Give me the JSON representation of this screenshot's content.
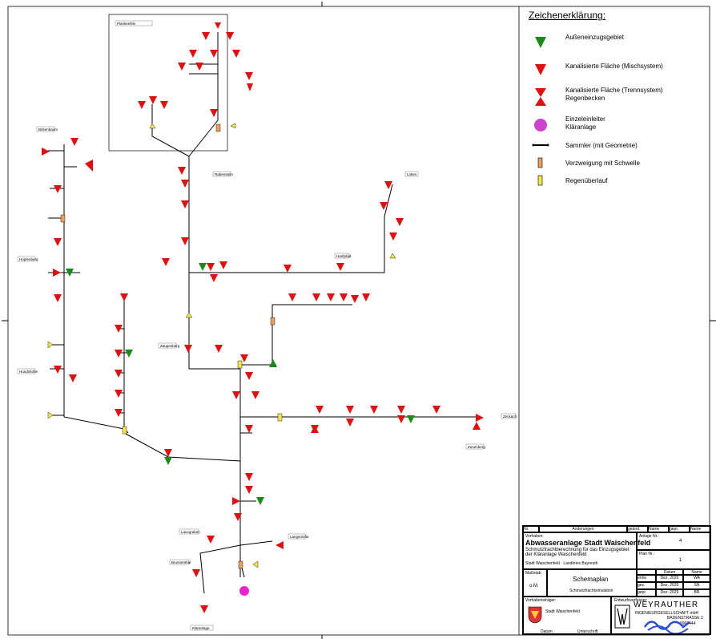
{
  "legend": {
    "title": "Zeichenerklärung:",
    "items": [
      {
        "id": "aussen",
        "label": "Außeneinzugsgebiet",
        "color": "#1a8a1a"
      },
      {
        "id": "misch",
        "label": "Kanalisierte Fläche (Mischsystem)",
        "color": "#dd1111"
      },
      {
        "id": "trenn",
        "label": "Kanalisierte Fläche (Trennsystem)\nRegenbecken",
        "color": "#dd1111"
      },
      {
        "id": "einleiter",
        "label": "Einzeleinleiter\nKläranlage",
        "color": "#cc44cc"
      },
      {
        "id": "sammler",
        "label": "Sammler (mit Geometrie)"
      },
      {
        "id": "verzweigung",
        "label": "Verzweigung mit Schwelle"
      },
      {
        "id": "regenueberlauf",
        "label": "Regenüberlauf"
      }
    ]
  },
  "places": [
    "Birkenbaum",
    "Hopfenberg",
    "Hundshöhe",
    "Rabenstein",
    "Lottes",
    "Hanfpfad",
    "Zaupenberg",
    "Laucgraben",
    "Zeckach",
    "Zonenberg",
    "Plankenfels",
    "Brunnenthal",
    "Langenlohe",
    "Kläranlage"
  ],
  "title_block": {
    "header_cols": [
      "Nr.",
      "Änderungen",
      "geänd.",
      "Name",
      "gepr.",
      "Name"
    ],
    "vorhaben_label": "Vorhaben:",
    "project": "Abwasseranlage Stadt Waischenfeld",
    "subtitle": "Schmutzfrachtberechnung für das Einzugsgebiet der Kläranlage Waischenfeld",
    "location": "Stadt Waischenfeld · Landkreis Bayreuth",
    "anlage_label": "Anlage Nr.:",
    "anlage_value": "4",
    "plan_label": "Plan Nr.:",
    "plan_value": "1",
    "massstab_label": "Maßstab:",
    "massstab_value": "o.M.",
    "plan_title": "Schemaplan",
    "plan_subtitle": "Schmutzfrachtsimulation",
    "datum_label": "Datum",
    "name_label": "Name",
    "rows": [
      {
        "role": "entw.",
        "date": "Dez. 2020",
        "name": "WA"
      },
      {
        "role": "gez.",
        "date": "Dez. 2020",
        "name": "SN"
      },
      {
        "role": "gepr.",
        "date": "Dez. 2020",
        "name": "BR"
      }
    ],
    "traeger_label": "Vorhabensträger:",
    "traeger_value": "Stadt Waischenfeld",
    "entwurf_label": "Entwurfsverfasser:",
    "company": "WEYRAUTHER",
    "company_sub": "INGENIEURGESELLSCHAFT mbH",
    "company_addr1": "BADENSTRASSE 2",
    "company_addr2": "5960444",
    "foot_datum": "Datum",
    "foot_unterschrift": "Unterschrift"
  }
}
